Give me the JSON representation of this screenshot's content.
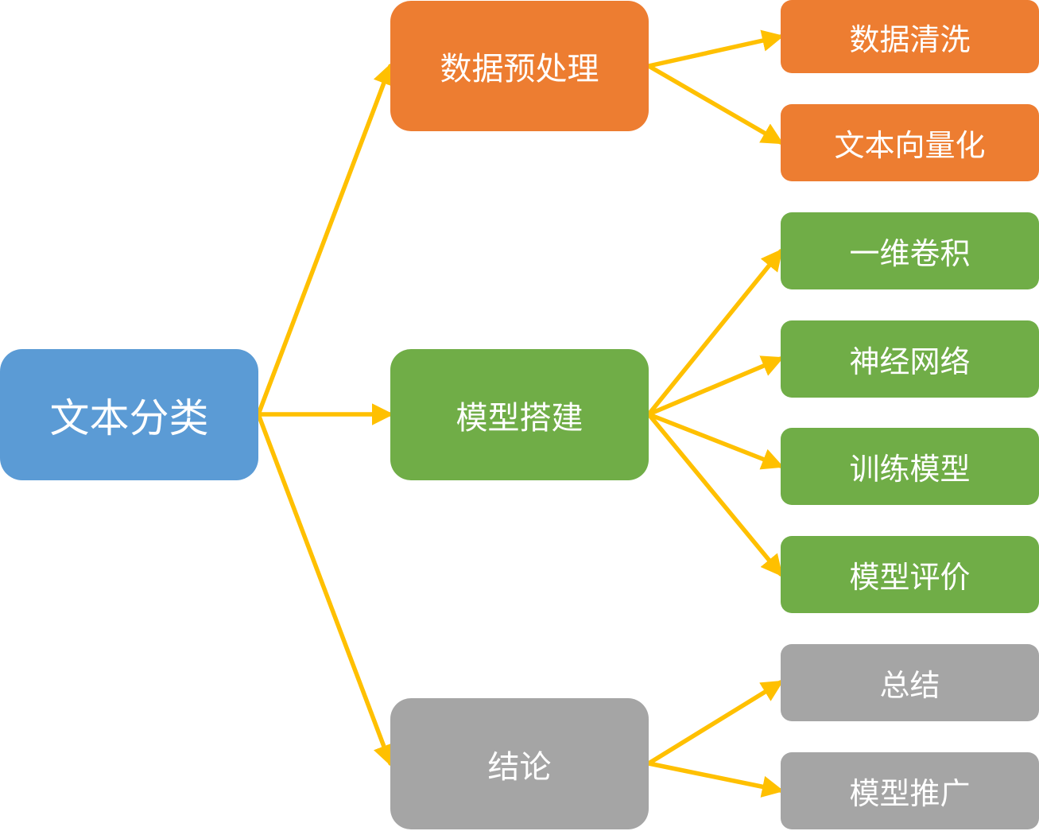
{
  "root": {
    "label": "文本分类",
    "color": "#5b9bd5"
  },
  "branches": [
    {
      "label": "数据预处理",
      "color": "#ed7d31",
      "children": [
        "数据清洗",
        "文本向量化"
      ]
    },
    {
      "label": "模型搭建",
      "color": "#70ad47",
      "children": [
        "一维卷积",
        "神经网络",
        "训练模型",
        "模型评价"
      ]
    },
    {
      "label": "结论",
      "color": "#a5a5a5",
      "children": [
        "总结",
        "模型推广"
      ]
    }
  ],
  "connector_color": "#ffc000"
}
